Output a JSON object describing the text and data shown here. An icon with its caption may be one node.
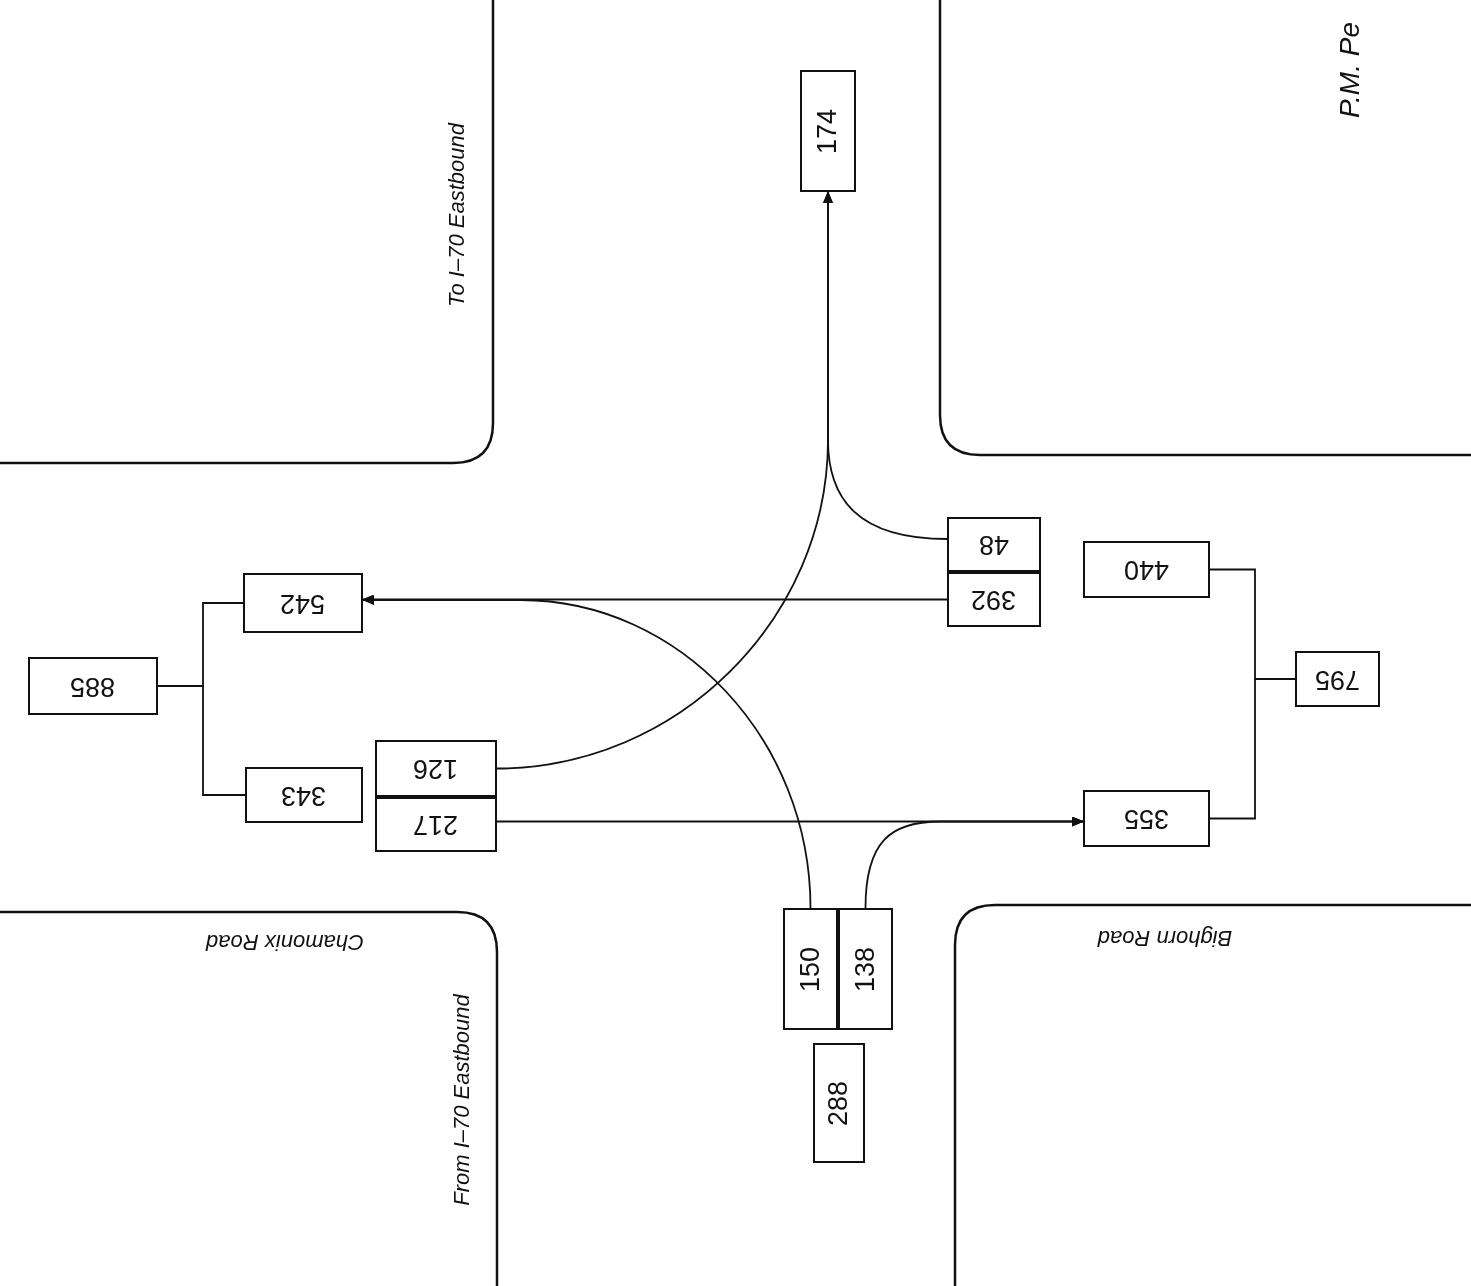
{
  "diagram": {
    "nodes": [
      {
        "text": [
          "174"
        ]
      },
      {
        "text": [
          "48"
        ]
      },
      {
        "text": [
          "392"
        ]
      },
      {
        "text": [
          "440"
        ]
      },
      {
        "text": [
          "795"
        ]
      },
      {
        "text": [
          "355"
        ]
      },
      {
        "text": [
          "542"
        ]
      },
      {
        "text": [
          "885"
        ]
      },
      {
        "text": [
          "343"
        ]
      },
      {
        "text": [
          "126"
        ]
      },
      {
        "text": [
          "217"
        ]
      },
      {
        "text": [
          "150"
        ]
      },
      {
        "text": [
          "138"
        ]
      },
      {
        "text": [
          "288"
        ]
      }
    ],
    "edges": [
      {
        "from": 1,
        "to": 0,
        "arrow": "to"
      },
      {
        "from": 9,
        "to": 0,
        "arrow": "to"
      },
      {
        "from": 2,
        "to": 6,
        "arrow": "to"
      },
      {
        "from": 11,
        "to": 6,
        "arrow": "to"
      },
      {
        "from": 10,
        "to": 5,
        "arrow": "to"
      },
      {
        "from": 12,
        "to": 5,
        "arrow": "to"
      },
      {
        "from": 3,
        "to": 4,
        "arrow": "none"
      },
      {
        "from": 5,
        "to": 4,
        "arrow": "none"
      },
      {
        "from": 6,
        "to": 7,
        "arrow": "none"
      },
      {
        "from": 8,
        "to": 7,
        "arrow": "none"
      }
    ],
    "labels": [
      "P.M. Pe",
      "To I–70 Eastbound",
      "Chamonix Road",
      "Bighorn Road",
      "From I–70 Eastbound"
    ]
  }
}
